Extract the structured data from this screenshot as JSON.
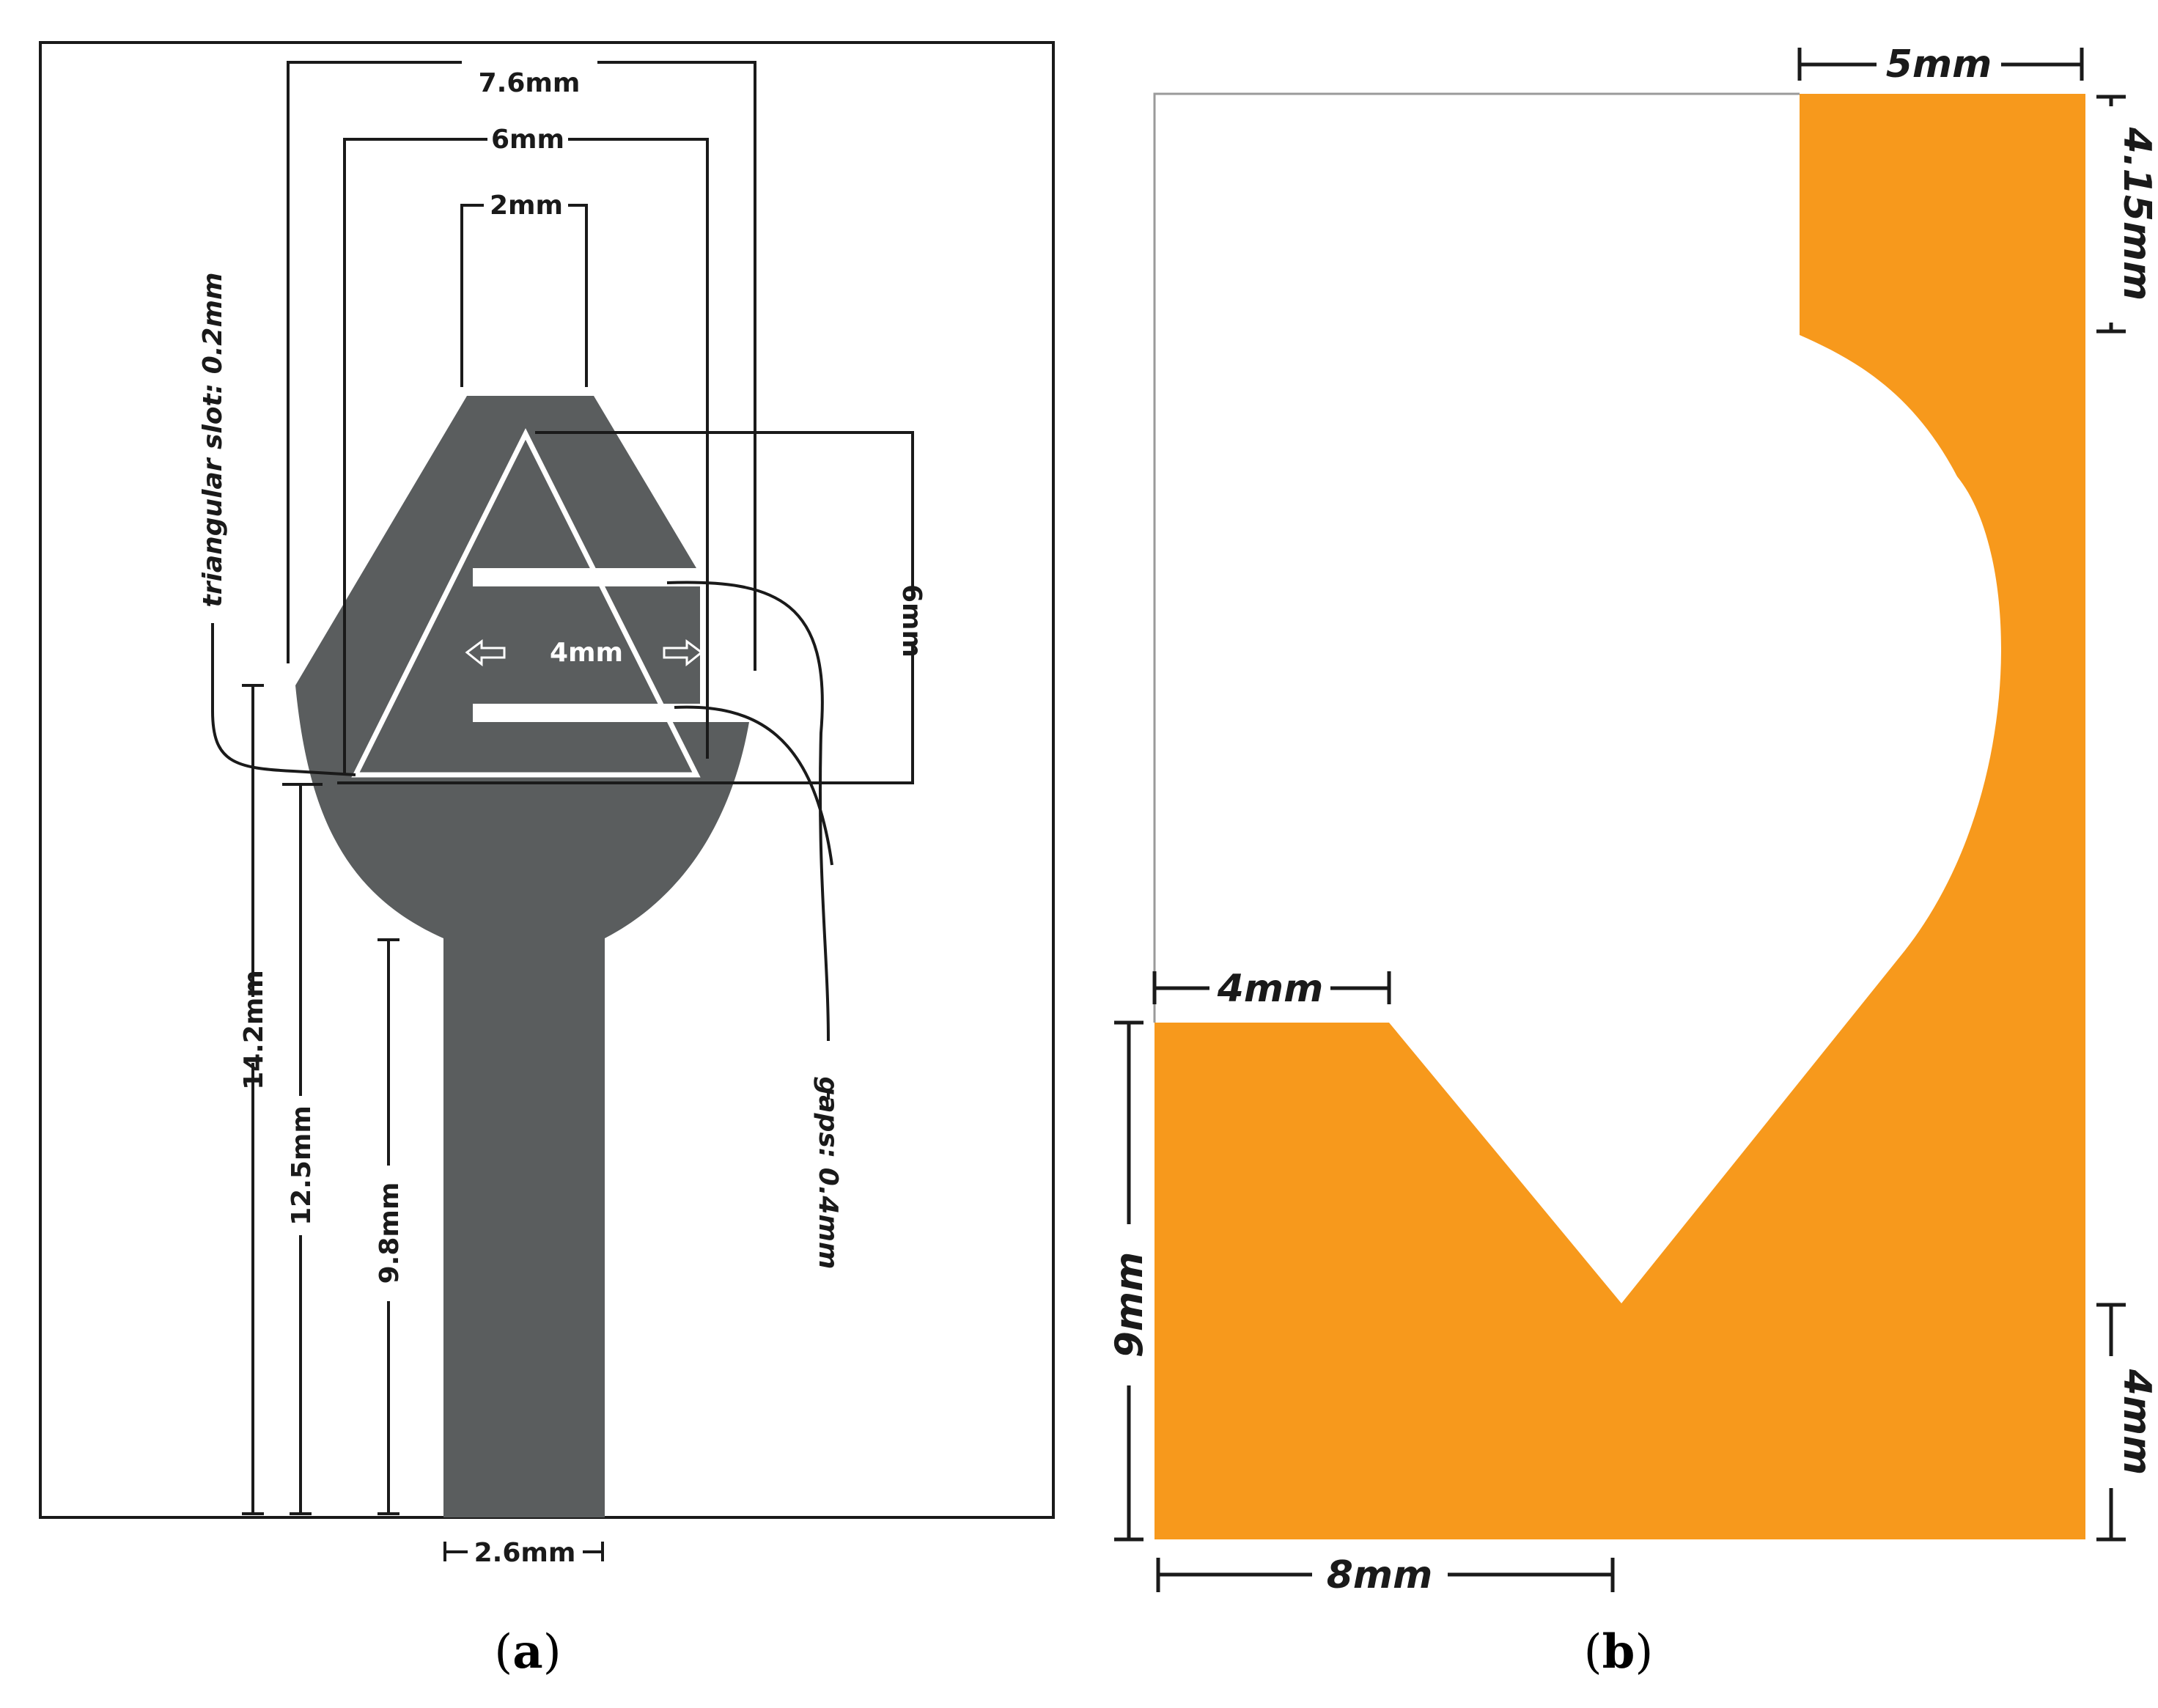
{
  "panel_a": {
    "caption_open": "(",
    "caption_letter": "a",
    "caption_close": ")",
    "fill_color": "#5a5d5e",
    "labels": {
      "w_outer": "7.6mm",
      "w_mid": "6mm",
      "w_top": "2mm",
      "h_right": "6mm",
      "w_inner": "4mm",
      "slot": "triangular slot: 0.2mm",
      "gaps": "gaps: 0.4mm",
      "h_total": "14.2mm",
      "h_mid": "12.5mm",
      "h_feed": "9.8mm",
      "w_feed": "2.6mm"
    }
  },
  "panel_b": {
    "caption_open": "(",
    "caption_letter": "b",
    "caption_close": ")",
    "fill_color": "#f7991c",
    "labels": {
      "w_top": "5mm",
      "h_top": "4.15mm",
      "w_left": "4mm",
      "h_left": "9mm",
      "h_right": "4mm",
      "w_bottom": "8mm"
    }
  }
}
